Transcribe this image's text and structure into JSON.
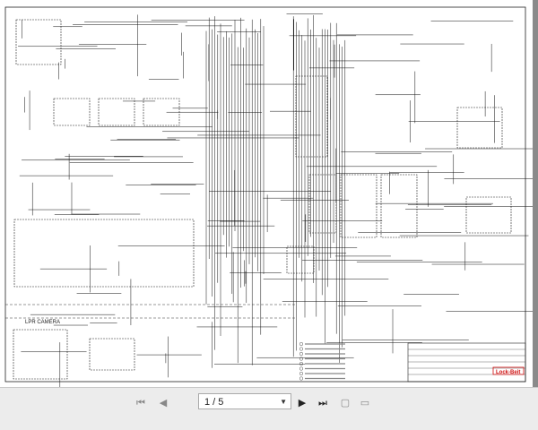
{
  "document": {
    "section_label": "LPR CAMERA",
    "title_block_logo": "Lock-Beit"
  },
  "toolbar": {
    "first_page": "first-page-icon",
    "prev_page": "previous-page-icon",
    "page_indicator": "1 / 5",
    "next_page": "next-page-icon",
    "last_page": "last-page-icon",
    "fit_page": "fit-page-icon",
    "fit_width": "fit-width-icon"
  },
  "colors": {
    "toolbar_bg": "#ececec",
    "frame": "#9a9a9a",
    "logo_red": "#d01010",
    "wire": "#111111"
  }
}
